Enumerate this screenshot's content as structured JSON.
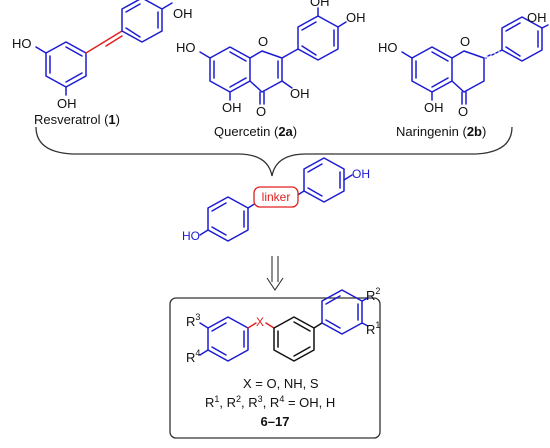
{
  "compounds": {
    "resveratrol": {
      "name": "Resveratrol",
      "number": "1",
      "open": " (",
      "close": ")"
    },
    "quercetin": {
      "name": "Quercetin",
      "number": "2a",
      "open": " (",
      "close": ")"
    },
    "naringenin": {
      "name": "Naringenin",
      "number": "2b",
      "open": " (",
      "close": ")"
    }
  },
  "atoms": {
    "oh": "OH",
    "ho": "HO",
    "o": "O",
    "x": "X",
    "r": "R",
    "r1": "1",
    "r2": "2",
    "r3": "3",
    "r4": "4"
  },
  "linker": {
    "label": "linker"
  },
  "general_structure": {
    "x_definition": "X = O, NH, S",
    "r_definition_mid": ", R",
    "r_definition_end": " = OH, H",
    "range": "6–17"
  },
  "colors": {
    "pharmacophore": "#1b1bd4",
    "linker": "#e02020",
    "text": "#111111"
  }
}
